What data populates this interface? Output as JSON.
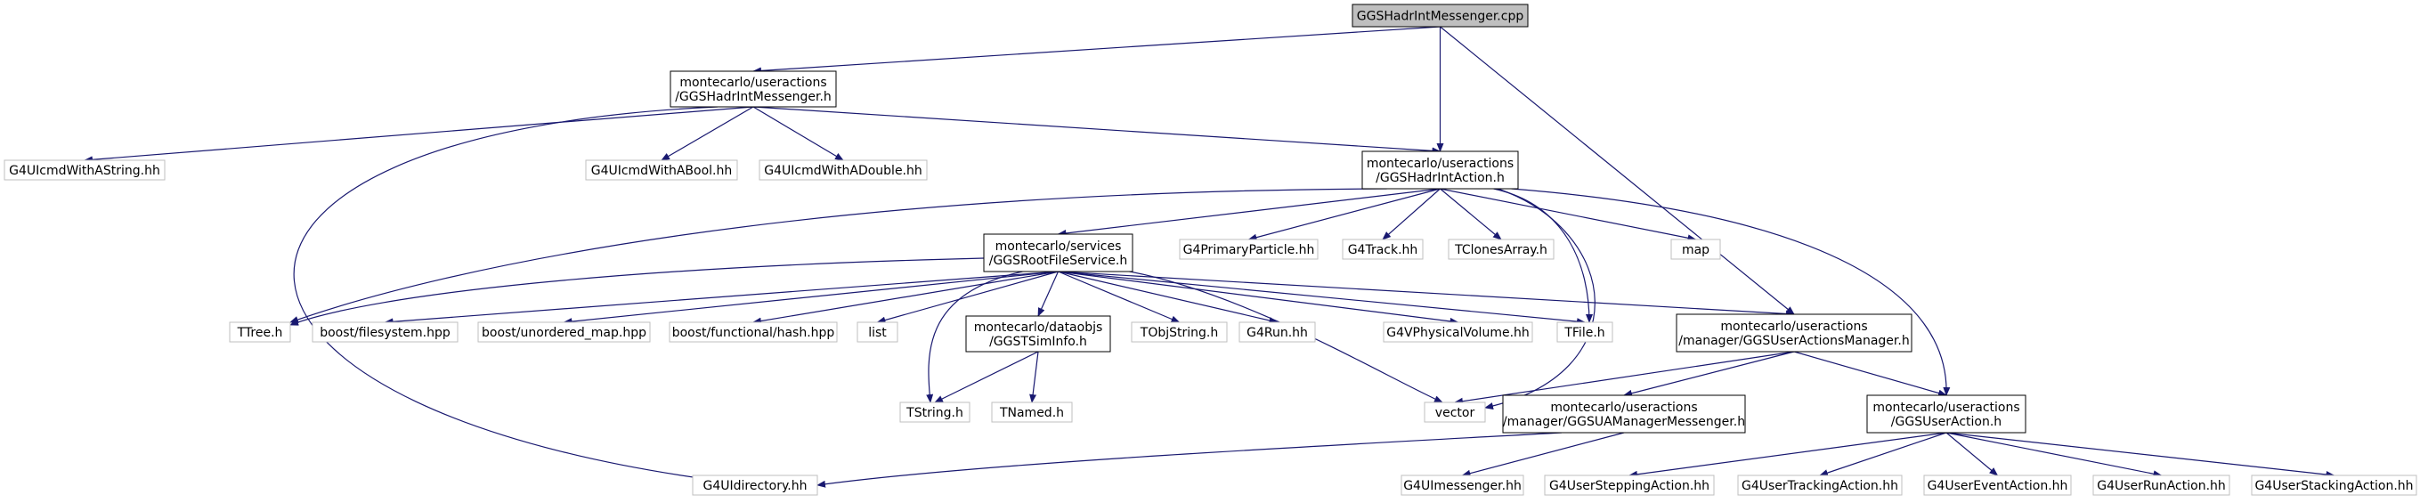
{
  "diagram": {
    "nodes": [
      {
        "id": "n0",
        "lines": [
          "GGSHadrIntMessenger.cpp"
        ],
        "style": "root"
      },
      {
        "id": "n1",
        "lines": [
          "montecarlo/useractions",
          "/GGSHadrIntMessenger.h"
        ],
        "style": "main"
      },
      {
        "id": "n2",
        "lines": [
          "G4UIcmdWithAString.hh"
        ],
        "style": "ext"
      },
      {
        "id": "n3",
        "lines": [
          "G4UIcmdWithABool.hh"
        ],
        "style": "ext"
      },
      {
        "id": "n4",
        "lines": [
          "G4UIcmdWithADouble.hh"
        ],
        "style": "ext"
      },
      {
        "id": "n5",
        "lines": [
          "montecarlo/useractions",
          "/GGSHadrIntAction.h"
        ],
        "style": "main"
      },
      {
        "id": "n6",
        "lines": [
          "montecarlo/services",
          "/GGSRootFileService.h"
        ],
        "style": "main"
      },
      {
        "id": "n7",
        "lines": [
          "G4PrimaryParticle.hh"
        ],
        "style": "ext"
      },
      {
        "id": "n8",
        "lines": [
          "G4Track.hh"
        ],
        "style": "ext"
      },
      {
        "id": "n9",
        "lines": [
          "TClonesArray.h"
        ],
        "style": "ext"
      },
      {
        "id": "n10",
        "lines": [
          "map"
        ],
        "style": "ext"
      },
      {
        "id": "n11",
        "lines": [
          "TTree.h"
        ],
        "style": "ext"
      },
      {
        "id": "n12",
        "lines": [
          "boost/filesystem.hpp"
        ],
        "style": "ext"
      },
      {
        "id": "n13",
        "lines": [
          "boost/unordered_map.hpp"
        ],
        "style": "ext"
      },
      {
        "id": "n14",
        "lines": [
          "boost/functional/hash.hpp"
        ],
        "style": "ext"
      },
      {
        "id": "n15",
        "lines": [
          "list"
        ],
        "style": "ext"
      },
      {
        "id": "n16",
        "lines": [
          "montecarlo/dataobjs",
          "/GGSTSimInfo.h"
        ],
        "style": "main"
      },
      {
        "id": "n17",
        "lines": [
          "TObjString.h"
        ],
        "style": "ext"
      },
      {
        "id": "n18",
        "lines": [
          "G4Run.hh"
        ],
        "style": "ext"
      },
      {
        "id": "n19",
        "lines": [
          "G4VPhysicalVolume.hh"
        ],
        "style": "ext"
      },
      {
        "id": "n20",
        "lines": [
          "TFile.h"
        ],
        "style": "ext"
      },
      {
        "id": "n21",
        "lines": [
          "montecarlo/useractions",
          "/manager/GGSUserActionsManager.h"
        ],
        "style": "main"
      },
      {
        "id": "n22",
        "lines": [
          "TString.h"
        ],
        "style": "ext"
      },
      {
        "id": "n23",
        "lines": [
          "TNamed.h"
        ],
        "style": "ext"
      },
      {
        "id": "n24",
        "lines": [
          "vector"
        ],
        "style": "ext"
      },
      {
        "id": "n25",
        "lines": [
          "montecarlo/useractions",
          "/manager/GGSUAManagerMessenger.h"
        ],
        "style": "main"
      },
      {
        "id": "n26",
        "lines": [
          "montecarlo/useractions",
          "/GGSUserAction.h"
        ],
        "style": "main"
      },
      {
        "id": "n27",
        "lines": [
          "G4UIdirectory.hh"
        ],
        "style": "ext"
      },
      {
        "id": "n28",
        "lines": [
          "G4UImessenger.hh"
        ],
        "style": "ext"
      },
      {
        "id": "n29",
        "lines": [
          "G4UserSteppingAction.hh"
        ],
        "style": "ext"
      },
      {
        "id": "n30",
        "lines": [
          "G4UserTrackingAction.hh"
        ],
        "style": "ext"
      },
      {
        "id": "n31",
        "lines": [
          "G4UserEventAction.hh"
        ],
        "style": "ext"
      },
      {
        "id": "n32",
        "lines": [
          "G4UserRunAction.hh"
        ],
        "style": "ext"
      },
      {
        "id": "n33",
        "lines": [
          "G4UserStackingAction.hh"
        ],
        "style": "ext"
      }
    ],
    "edges": [
      [
        "n0",
        "n1"
      ],
      [
        "n0",
        "n5"
      ],
      [
        "n0",
        "n21"
      ],
      [
        "n1",
        "n2"
      ],
      [
        "n1",
        "n3"
      ],
      [
        "n1",
        "n4"
      ],
      [
        "n1",
        "n5"
      ],
      [
        "n1",
        "n27"
      ],
      [
        "n5",
        "n6"
      ],
      [
        "n5",
        "n7"
      ],
      [
        "n5",
        "n8"
      ],
      [
        "n5",
        "n9"
      ],
      [
        "n5",
        "n10"
      ],
      [
        "n5",
        "n11"
      ],
      [
        "n5",
        "n20"
      ],
      [
        "n5",
        "n24"
      ],
      [
        "n5",
        "n26"
      ],
      [
        "n6",
        "n11"
      ],
      [
        "n6",
        "n12"
      ],
      [
        "n6",
        "n13"
      ],
      [
        "n6",
        "n14"
      ],
      [
        "n6",
        "n15"
      ],
      [
        "n6",
        "n16"
      ],
      [
        "n6",
        "n17"
      ],
      [
        "n6",
        "n18"
      ],
      [
        "n6",
        "n19"
      ],
      [
        "n6",
        "n20"
      ],
      [
        "n6",
        "n21"
      ],
      [
        "n6",
        "n22"
      ],
      [
        "n6",
        "n24"
      ],
      [
        "n16",
        "n22"
      ],
      [
        "n16",
        "n23"
      ],
      [
        "n21",
        "n24"
      ],
      [
        "n21",
        "n25"
      ],
      [
        "n21",
        "n26"
      ],
      [
        "n25",
        "n27"
      ],
      [
        "n25",
        "n28"
      ],
      [
        "n26",
        "n29"
      ],
      [
        "n26",
        "n30"
      ],
      [
        "n26",
        "n31"
      ],
      [
        "n26",
        "n32"
      ],
      [
        "n26",
        "n33"
      ]
    ],
    "colors": {
      "edge": "#191970",
      "main_border": "#000000",
      "ext_border": "#bfbfbf",
      "root_fill": "#bfbfbf",
      "text": "#000000"
    }
  }
}
